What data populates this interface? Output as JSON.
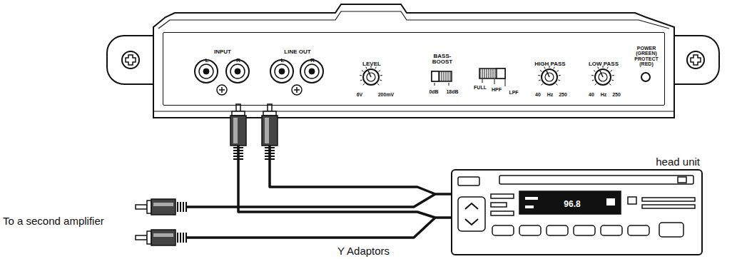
{
  "diagram": {
    "nodes": [
      {
        "text": [
          "INPUT",
          "L",
          "R",
          "LINE OUT",
          "L",
          "R",
          "LEVEL",
          "6V",
          "200mV",
          "BASS-BOOST",
          "0dB",
          "18dB",
          "FULL",
          "HPF",
          "LPF",
          "HIGH PASS",
          "40",
          "Hz",
          "250",
          "LOW PASS",
          "40",
          "Hz",
          "250",
          "POWER (GREEN) PROTECT (RED)"
        ]
      },
      {
        "text": [
          "head unit",
          "96.8"
        ]
      }
    ],
    "edges": [
      {
        "from": 0,
        "to": 1,
        "arrow": "none"
      },
      {
        "from": 0,
        "to": 1,
        "arrow": "none"
      }
    ],
    "labels": [
      "To a second amplifier",
      "Y Adaptors"
    ]
  }
}
